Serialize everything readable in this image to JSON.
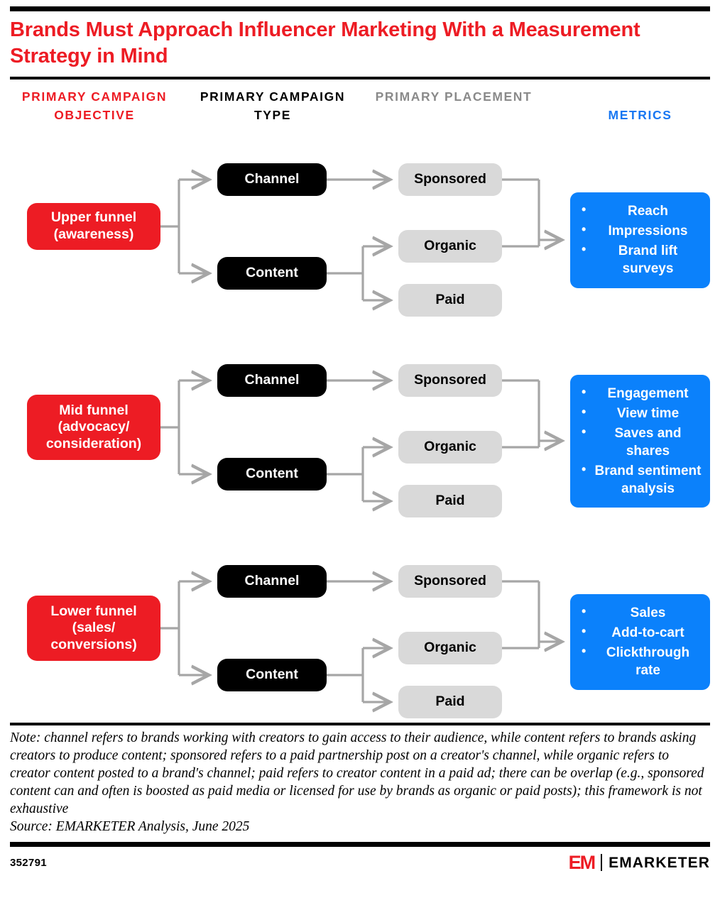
{
  "title": "Brands Must Approach Influencer Marketing With a Measurement Strategy in Mind",
  "colors": {
    "brand_red": "#ED1C24",
    "metrics_blue": "#0B81FB",
    "header_blue": "#1877F2",
    "placement_gray": "#D9D9D9",
    "header_gray": "#8A8A8A",
    "type_black": "#000000",
    "connector_gray": "#A6A6A6"
  },
  "columns": [
    {
      "label": "PRIMARY CAMPAIGN OBJECTIVE",
      "color": "#ED1C24"
    },
    {
      "label": "PRIMARY CAMPAIGN TYPE",
      "color": "#000000"
    },
    {
      "label": "PRIMARY PLACEMENT",
      "color": "#8A8A8A"
    },
    {
      "label": "METRICS",
      "color": "#1877F2"
    }
  ],
  "rows": [
    {
      "objective": "Upper funnel (awareness)",
      "types": [
        "Channel",
        "Content"
      ],
      "placements": [
        "Sponsored",
        "Organic",
        "Paid"
      ],
      "metrics": [
        "Reach",
        "Impressions",
        "Brand lift surveys"
      ]
    },
    {
      "objective": "Mid funnel (advocacy/ consideration)",
      "types": [
        "Channel",
        "Content"
      ],
      "placements": [
        "Sponsored",
        "Organic",
        "Paid"
      ],
      "metrics": [
        "Engagement",
        "View time",
        "Saves and shares",
        "Brand sentiment analysis"
      ]
    },
    {
      "objective": "Lower funnel (sales/ conversions)",
      "types": [
        "Channel",
        "Content"
      ],
      "placements": [
        "Sponsored",
        "Organic",
        "Paid"
      ],
      "metrics": [
        "Sales",
        "Add-to-cart",
        "Clickthrough rate"
      ]
    }
  ],
  "note": "Note: channel refers to brands working with creators to gain access to their audience, while content refers to brands asking creators to produce content; sponsored refers to a paid partnership post on a creator's channel, while organic refers to creator content posted to a brand's channel; paid refers to creator content in a paid ad; there can be overlap (e.g., sponsored content can and often is boosted as paid media or licensed for use by brands as organic or paid posts); this framework is not exhaustive",
  "source": "Source: EMARKETER Analysis, June 2025",
  "footer": {
    "id": "352791",
    "logo_mark": "EM",
    "logo_word": "EMARKETER"
  }
}
